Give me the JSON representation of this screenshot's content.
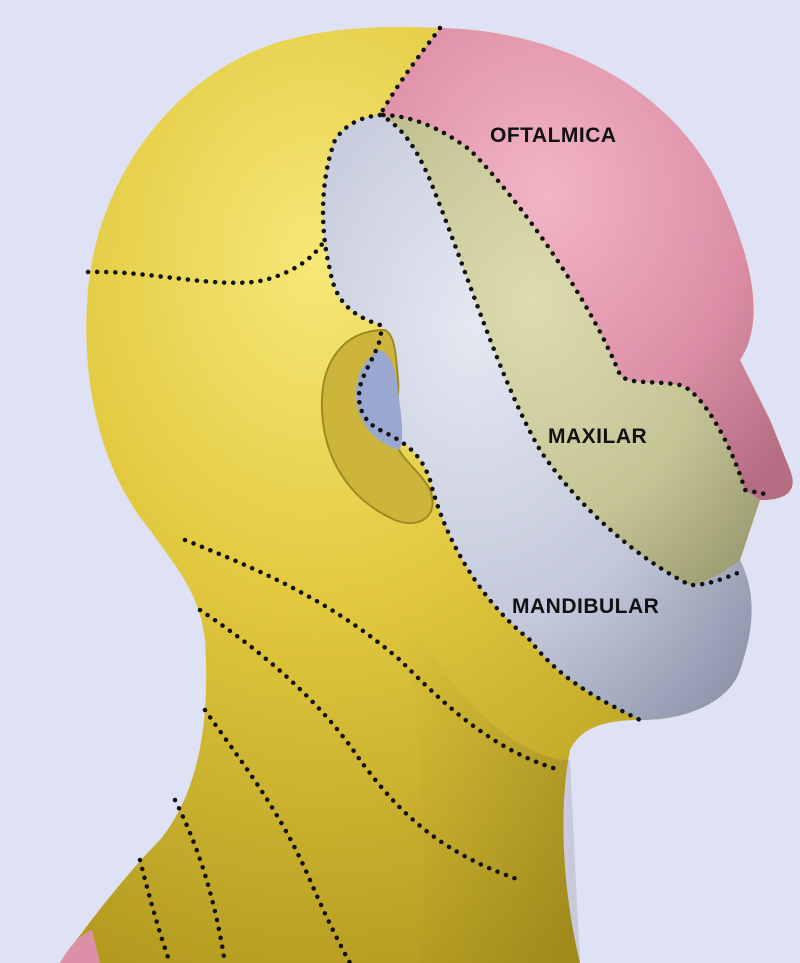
{
  "diagram": {
    "labels": {
      "ophthalmic": "OFTALMICA",
      "maxillary": "MAXILAR",
      "mandibular": "MANDIBULAR"
    },
    "colors": {
      "background": "#dfe1f4",
      "cervical_skin": "#e2c93f",
      "ophthalmic_zone": "#dc8fa6",
      "maxillary_zone": "#c8c89a",
      "mandibular_zone": "#c3c8da",
      "boundary_dots": "#111111"
    }
  }
}
